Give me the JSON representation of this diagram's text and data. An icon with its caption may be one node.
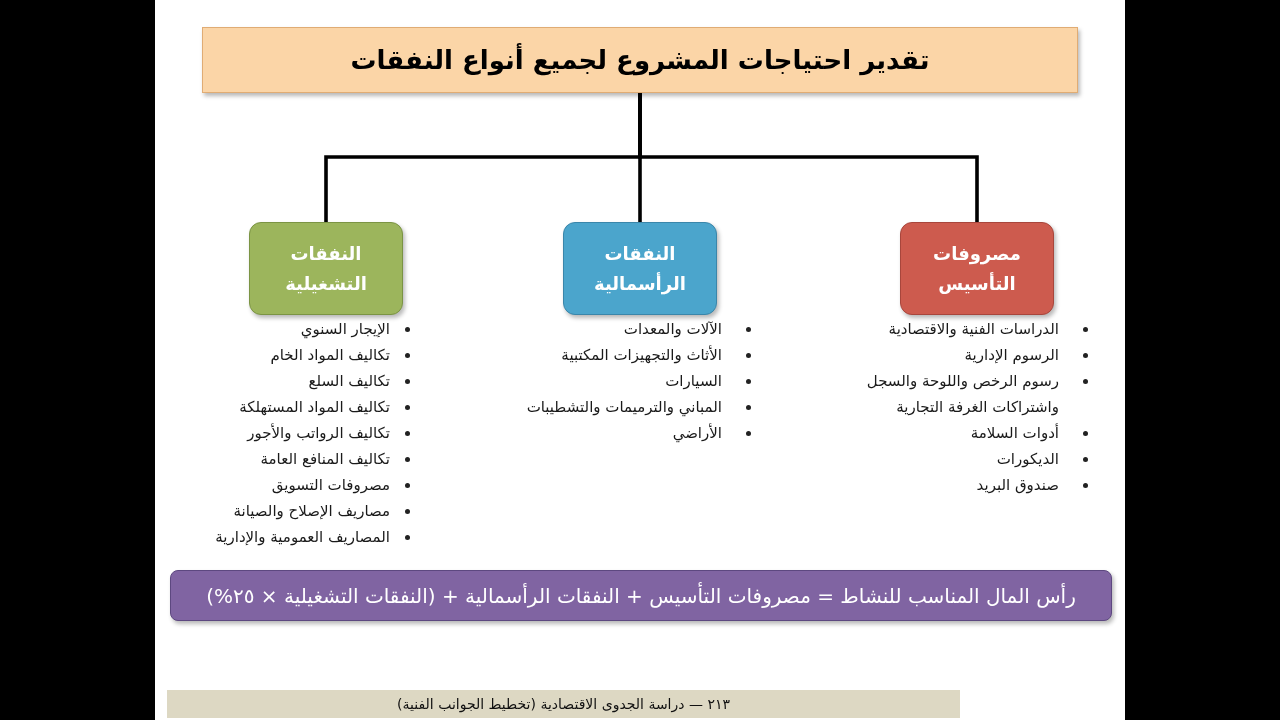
{
  "diagram": {
    "nodes": [
      {
        "text": [
          "تقدير احتياجات المشروع لجميع أنواع النفقات"
        ]
      },
      {
        "text": [
          "مصروفات التأسيس"
        ],
        "beside": [
          "الدراسات الفنية والاقتصادية",
          "الرسوم الإدارية",
          "رسوم الرخص واللوحة والسجل واشتراكات الغرفة التجارية",
          "أدوات السلامة",
          "الديكورات",
          "صندوق البريد"
        ]
      },
      {
        "text": [
          "النفقات الرأسمالية"
        ],
        "beside": [
          "الآلات والمعدات",
          "الأثاث والتجهيزات المكتبية",
          "السيارات",
          "المباني والترميمات والتشطيبات",
          "الأراضي"
        ]
      },
      {
        "text": [
          "النفقات التشغيلية"
        ],
        "beside": [
          "الإيجار السنوي",
          "تكاليف المواد الخام",
          "تكاليف السلع",
          "تكاليف المواد المستهلكة",
          "تكاليف الرواتب والأجور",
          "تكاليف المنافع العامة",
          "مصروفات التسويق",
          "مصاريف الإصلاح والصيانة",
          "المصاريف العمومية والإدارية"
        ]
      },
      {
        "text": [
          "رأس المال المناسب للنشاط = مصروفات التأسيس + النفقات الرأسمالية + (النفقات التشغيلية × ٢٥%)"
        ]
      },
      {
        "text": [
          "٢١٣ — دراسة الجدوى الاقتصادية (تخطيط الجوانب الفنية)"
        ]
      }
    ],
    "edges": [
      {
        "from": 0,
        "to": 1,
        "arrow": "none"
      },
      {
        "from": 0,
        "to": 2,
        "arrow": "none"
      },
      {
        "from": 0,
        "to": 3,
        "arrow": "none"
      }
    ]
  }
}
